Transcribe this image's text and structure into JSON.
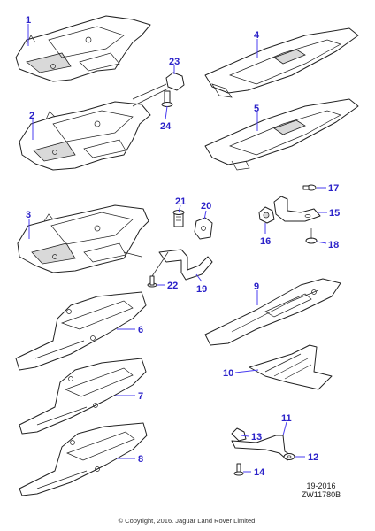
{
  "callouts": {
    "c1": "1",
    "c2": "2",
    "c3": "3",
    "c4": "4",
    "c5": "5",
    "c6": "6",
    "c7": "7",
    "c8": "8",
    "c9": "9",
    "c10": "10",
    "c11": "11",
    "c12": "12",
    "c13": "13",
    "c14": "14",
    "c15": "15",
    "c16": "16",
    "c17": "17",
    "c18": "18",
    "c19": "19",
    "c20": "20",
    "c21": "21",
    "c22": "22",
    "c23": "23",
    "c24": "24"
  },
  "reference": {
    "line1": "19-2016",
    "line2": "ZW11780B"
  },
  "copyright": "© Copyright, 2016. Jaguar Land Rover Limited.",
  "colors": {
    "callout": "#2b22c9",
    "leader": "#4a3df0",
    "line": "#222222"
  }
}
